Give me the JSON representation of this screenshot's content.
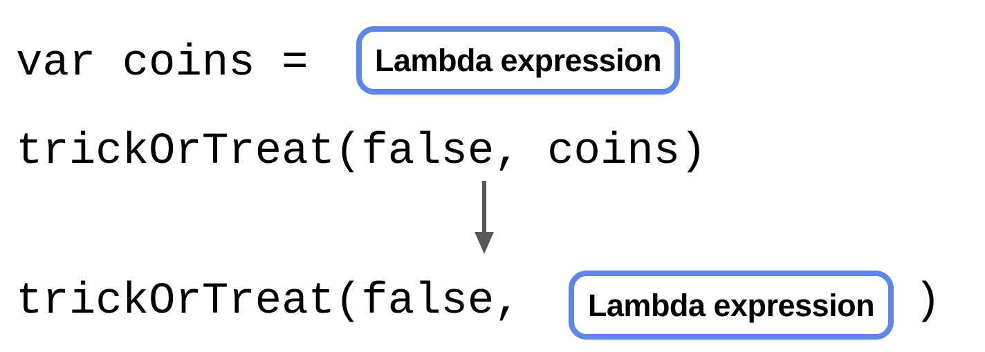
{
  "diagram": {
    "title_hint": "lambda expression substitution diagram",
    "line1_code": "var coins =",
    "line2_code": "trickOrTreat(false, coins)",
    "line3_code_prefix": "trickOrTreat(false,",
    "line3_code_suffix": ")",
    "box1_label": "Lambda expression",
    "box2_label": "Lambda expression",
    "colors": {
      "box_border": "#5e86e8",
      "arrow": "#58585a",
      "code_text": "#000000",
      "background": "#ffffff"
    }
  }
}
